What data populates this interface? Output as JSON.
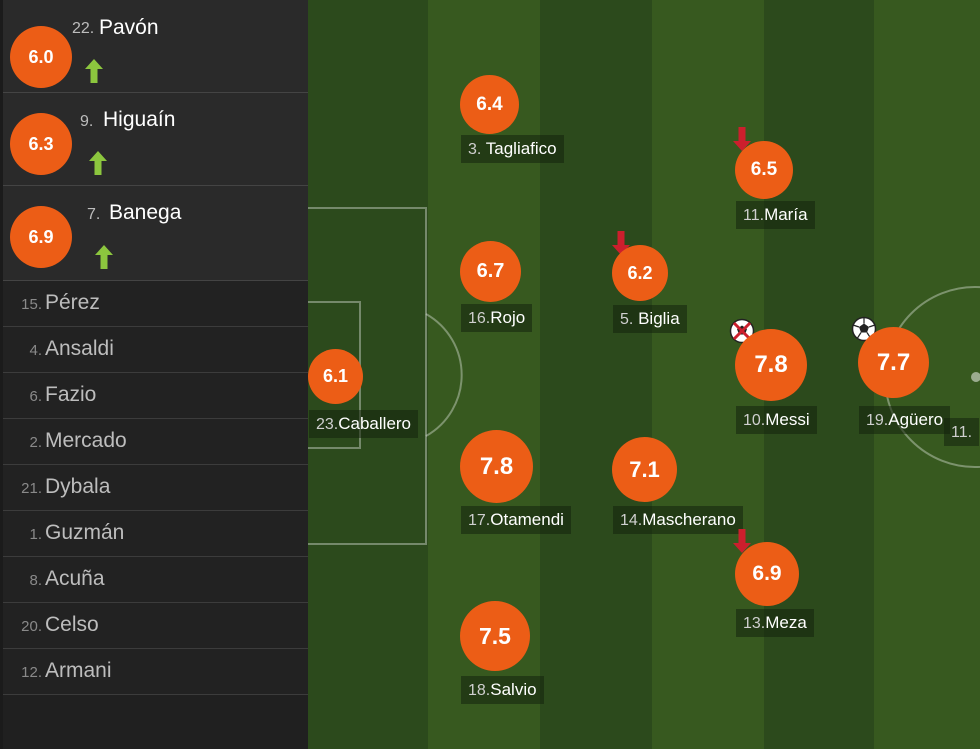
{
  "substitutes_in": [
    {
      "rating": "6.0",
      "number": "22.",
      "name": "Pavón",
      "icon": "substitution-in-arrow-icon"
    },
    {
      "rating": "6.3",
      "number": "9.",
      "name": "Higuaín",
      "icon": "substitution-in-arrow-icon"
    },
    {
      "rating": "6.9",
      "number": "7.",
      "name": "Banega",
      "icon": "substitution-in-arrow-icon"
    }
  ],
  "bench": [
    {
      "number": "15.",
      "name": "Pérez"
    },
    {
      "number": "4.",
      "name": "Ansaldi"
    },
    {
      "number": "6.",
      "name": "Fazio"
    },
    {
      "number": "2.",
      "name": "Mercado"
    },
    {
      "number": "21.",
      "name": "Dybala"
    },
    {
      "number": "1.",
      "name": "Guzmán"
    },
    {
      "number": "8.",
      "name": "Acuña"
    },
    {
      "number": "20.",
      "name": "Celso"
    },
    {
      "number": "12.",
      "name": "Armani"
    }
  ],
  "players": {
    "caballero": {
      "rating": "6.1",
      "number": "23.",
      "name": "Caballero"
    },
    "tagliafico": {
      "rating": "6.4",
      "number": "3.",
      "name": "Tagliafico"
    },
    "rojo": {
      "rating": "6.7",
      "number": "16.",
      "name": "Rojo"
    },
    "otamendi": {
      "rating": "7.8",
      "number": "17.",
      "name": "Otamendi"
    },
    "salvio": {
      "rating": "7.5",
      "number": "18.",
      "name": "Salvio"
    },
    "biglia": {
      "rating": "6.2",
      "number": "5.",
      "name": "Biglia",
      "icon": "substitution-out-arrow-icon"
    },
    "mascherano": {
      "rating": "7.1",
      "number": "14.",
      "name": "Mascherano"
    },
    "maria": {
      "rating": "6.5",
      "number": "11.",
      "name": "María",
      "icon": "substitution-out-arrow-icon"
    },
    "messi": {
      "rating": "7.8",
      "number": "10.",
      "name": "Messi",
      "icon": "missed-penalty-ball-icon"
    },
    "meza": {
      "rating": "6.9",
      "number": "13.",
      "name": "Meza",
      "icon": "substitution-out-arrow-icon"
    },
    "aguero": {
      "rating": "7.7",
      "number": "19.",
      "name": "Agüero",
      "icon": "goal-ball-icon"
    },
    "cutoff": {
      "number": "11."
    }
  },
  "colors": {
    "rating": "#ec5d16",
    "pitch_dark": "#2c4a1c",
    "pitch_light": "#37591f",
    "sub_in": "#8cc63e",
    "sub_out": "#cc1f2d"
  }
}
